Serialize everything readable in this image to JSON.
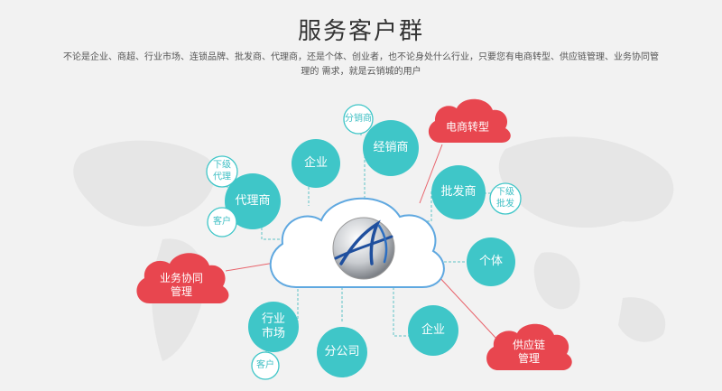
{
  "header": {
    "title": "服务客户群",
    "description": "不论是企业、商超、行业市场、连锁品牌、批发商、代理商，还是个体、创业者，也不论身处什么行业，只要您有电商转型、供应链管理、业务协同管理的 需求，就是云销城的用户"
  },
  "colors": {
    "teal": "#3fc6c8",
    "red": "#e8464f",
    "line": "#5fc3c6",
    "text": "#333333"
  },
  "diagram": {
    "center": {
      "icon": "logo-globe-icon"
    },
    "teal_nodes": [
      {
        "id": "enterprise-top",
        "label": "企业"
      },
      {
        "id": "distributor",
        "label": "经销商"
      },
      {
        "id": "agent",
        "label": "代理商"
      },
      {
        "id": "wholesaler",
        "label": "批发商"
      },
      {
        "id": "individual",
        "label": "个体"
      },
      {
        "id": "industry-market",
        "label": "行业\n市场"
      },
      {
        "id": "branch",
        "label": "分公司"
      },
      {
        "id": "enterprise-bottom",
        "label": "企业"
      }
    ],
    "small_nodes": [
      {
        "id": "sub-distributor",
        "label": "分销商"
      },
      {
        "id": "sub-agent",
        "label": "下级\n代理"
      },
      {
        "id": "customer-left",
        "label": "客户"
      },
      {
        "id": "sub-wholesaler",
        "label": "下级\n批发"
      },
      {
        "id": "customer-bottom",
        "label": "客户"
      }
    ],
    "red_clouds": [
      {
        "id": "ecommerce",
        "label": "电商转型"
      },
      {
        "id": "business-collab",
        "label": "业务协同\n管理"
      },
      {
        "id": "supply-chain",
        "label": "供应链\n管理"
      }
    ]
  }
}
